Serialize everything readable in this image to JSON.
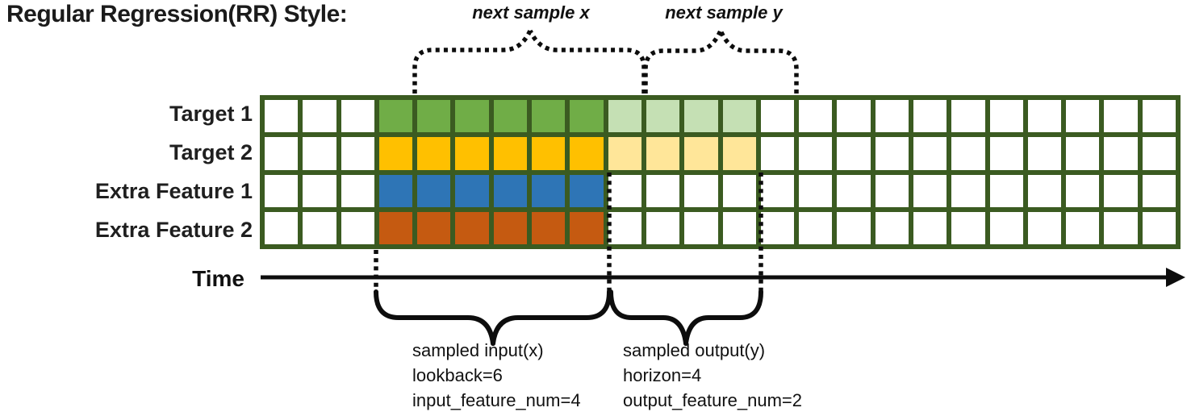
{
  "labels": {
    "title": "Regular Regression(RR) Style:",
    "next_sample_x": "next sample x",
    "next_sample_y": "next sample y",
    "time": "Time",
    "input_block": [
      "sampled input(x)",
      "lookback=6",
      "input_feature_num=4"
    ],
    "output_block": [
      "sampled output(y)",
      "horizon=4",
      "output_feature_num=2"
    ]
  },
  "grid": {
    "total_cols": 24,
    "input_start": 3,
    "lookback": 6,
    "horizon": 4,
    "rows": [
      {
        "label": "Target 1",
        "input_color": "green",
        "output_color": "light_green"
      },
      {
        "label": "Target 2",
        "input_color": "gold",
        "output_color": "light_gold"
      },
      {
        "label": "Extra Feature 1",
        "input_color": "blue",
        "output_color": null
      },
      {
        "label": "Extra Feature 2",
        "input_color": "orange",
        "output_color": null
      }
    ]
  },
  "colors": {
    "green": "#70AD47",
    "light_green": "#C5E0B4",
    "gold": "#FFC000",
    "light_gold": "#FFE699",
    "blue": "#2E75B6",
    "orange": "#C55A11",
    "grid_line": "#3B5B21",
    "ink": "#0d0d0d"
  }
}
